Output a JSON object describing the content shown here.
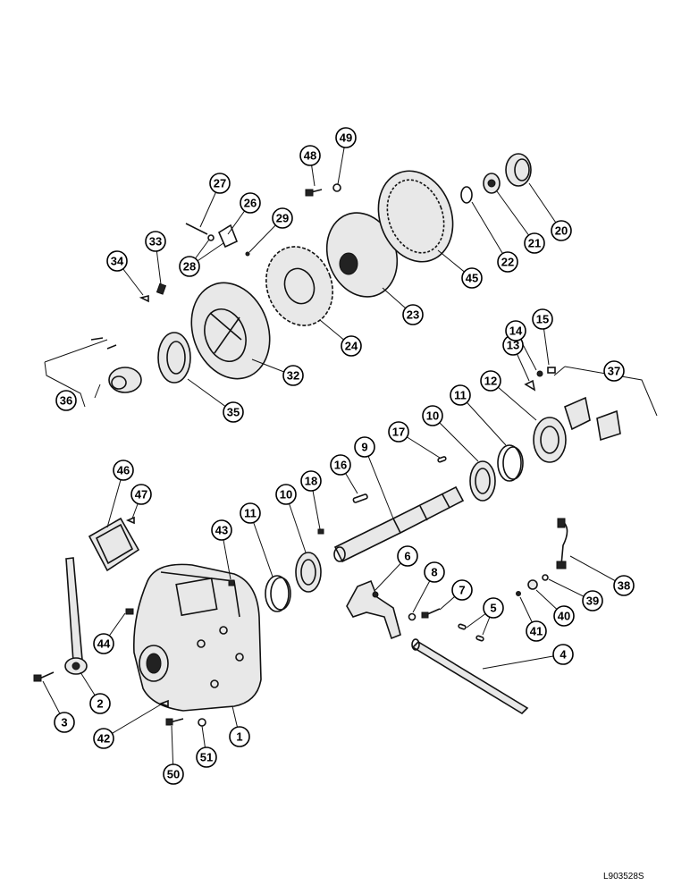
{
  "reference_code": "L903528S",
  "callouts": [
    "1",
    "2",
    "3",
    "4",
    "5",
    "6",
    "7",
    "8",
    "9",
    "10",
    "10",
    "11",
    "11",
    "12",
    "13",
    "14",
    "15",
    "16",
    "17",
    "18",
    "20",
    "21",
    "22",
    "23",
    "24",
    "26",
    "27",
    "28",
    "29",
    "32",
    "33",
    "34",
    "35",
    "36",
    "37",
    "38",
    "39",
    "40",
    "41",
    "42",
    "43",
    "44",
    "45",
    "46",
    "47",
    "48",
    "49",
    "50",
    "51"
  ]
}
